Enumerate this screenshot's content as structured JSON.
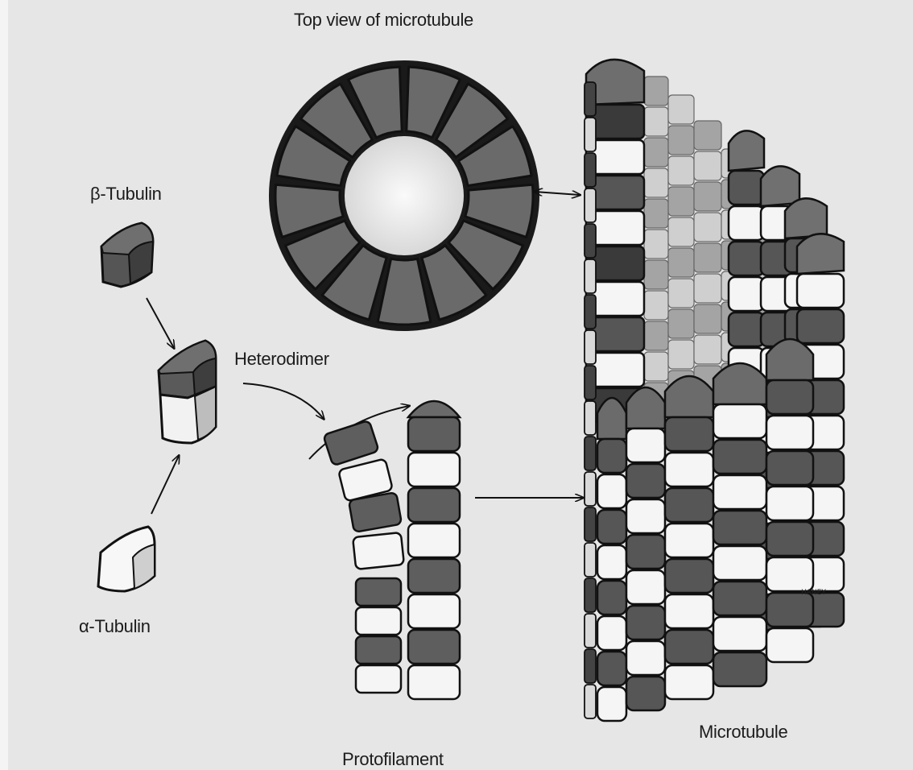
{
  "labels": {
    "top_view": "Top view of microtubule",
    "beta_tubulin": "β-Tubulin",
    "heterodimer": "Heterodimer",
    "alpha_tubulin": "α-Tubulin",
    "protofilament": "Protofilament",
    "microtubule": "Microtubule"
  },
  "signature": "HANEY",
  "colors": {
    "background": "#e6e6e6",
    "beta_subunit": "#6a6a6a",
    "beta_subunit_dark": "#3c3c3c",
    "alpha_subunit": "#f5f5f5",
    "outline": "#111111",
    "lumen": "#f2f2f2"
  },
  "diagram": {
    "top_view_subunit_count": 13,
    "protofilament_dimers": 4,
    "microtubule_protofilaments": 13
  }
}
